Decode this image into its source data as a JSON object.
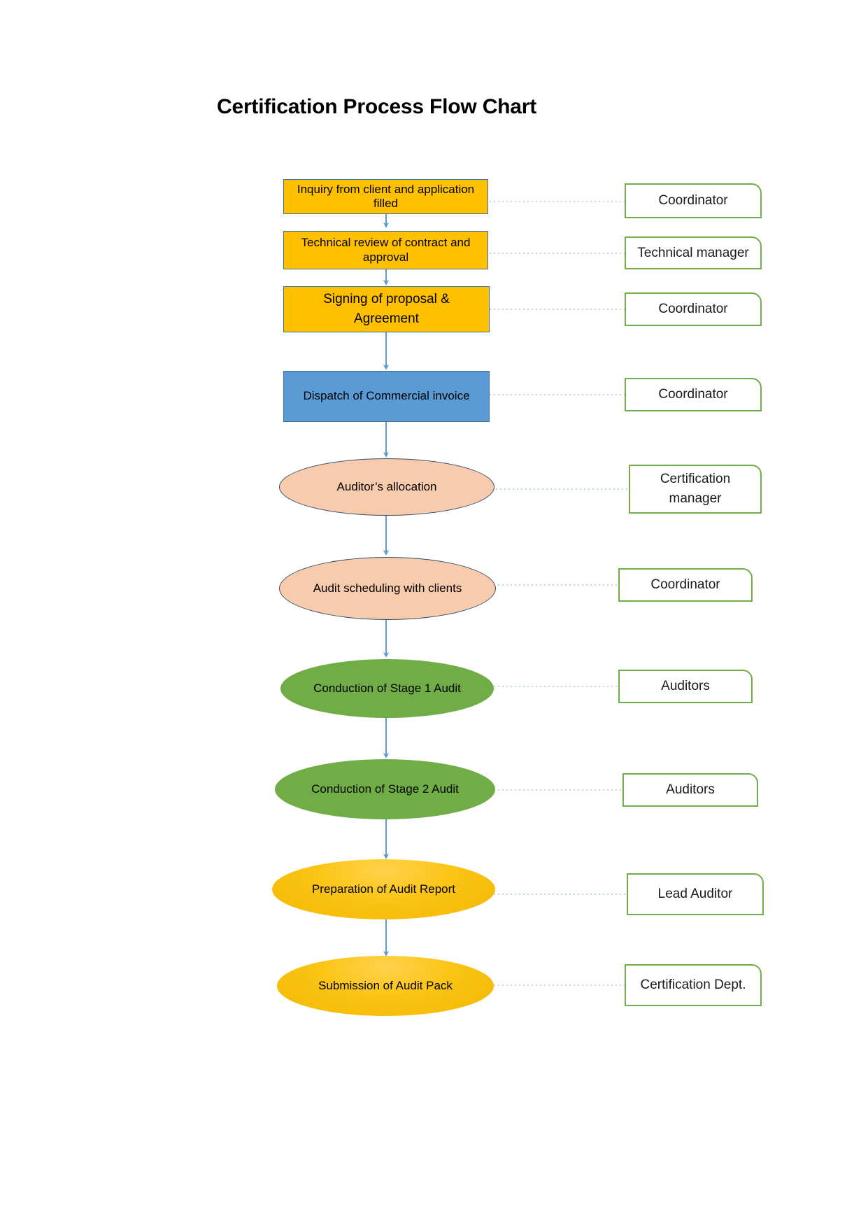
{
  "title": "Certification Process Flow Chart",
  "colors": {
    "gold": "#FFC000",
    "blue": "#5B9BD5",
    "peach": "#F8CBAD",
    "green": "#70AD47",
    "gold_ellipse": "#FBC412",
    "shape_border": "#41719C",
    "role_border": "#70AD47",
    "arrow": "#5B9BD5",
    "dotted_link": "#A9C6E8"
  },
  "chart_data": {
    "type": "flowchart",
    "title": "Certification Process Flow Chart",
    "orientation": "vertical",
    "nodes": [
      {
        "id": "n1",
        "label": "Inquiry from client and application filled",
        "shape": "rectangle",
        "fill": "#FFC000",
        "role": "Coordinator"
      },
      {
        "id": "n2",
        "label": "Technical review of contract and approval",
        "shape": "rectangle",
        "fill": "#FFC000",
        "role": "Technical manager"
      },
      {
        "id": "n3",
        "label": "Signing of proposal & Agreement",
        "shape": "rectangle",
        "fill": "#FFC000",
        "role": "Coordinator"
      },
      {
        "id": "n4",
        "label": "Dispatch of Commercial invoice",
        "shape": "rectangle",
        "fill": "#5B9BD5",
        "role": "Coordinator"
      },
      {
        "id": "n5",
        "label": "Auditor’s allocation",
        "shape": "ellipse",
        "fill": "#F8CBAD",
        "role": "Certification manager"
      },
      {
        "id": "n6",
        "label": "Audit scheduling with clients",
        "shape": "ellipse",
        "fill": "#F8CBAD",
        "role": "Coordinator"
      },
      {
        "id": "n7",
        "label": "Conduction of Stage 1 Audit",
        "shape": "ellipse",
        "fill": "#70AD47",
        "role": "Auditors"
      },
      {
        "id": "n8",
        "label": "Conduction of Stage 2 Audit",
        "shape": "ellipse",
        "fill": "#70AD47",
        "role": "Auditors"
      },
      {
        "id": "n9",
        "label": "Preparation of Audit Report",
        "shape": "ellipse",
        "fill": "#FBC412",
        "role": "Lead Auditor"
      },
      {
        "id": "n10",
        "label": "Submission of Audit Pack",
        "shape": "ellipse",
        "fill": "#FBC412",
        "role": "Certification Dept."
      }
    ],
    "edges": [
      {
        "from": "n1",
        "to": "n2",
        "style": "arrow"
      },
      {
        "from": "n2",
        "to": "n3",
        "style": "arrow"
      },
      {
        "from": "n3",
        "to": "n4",
        "style": "arrow"
      },
      {
        "from": "n4",
        "to": "n5",
        "style": "arrow"
      },
      {
        "from": "n5",
        "to": "n6",
        "style": "arrow"
      },
      {
        "from": "n6",
        "to": "n7",
        "style": "arrow"
      },
      {
        "from": "n7",
        "to": "n8",
        "style": "arrow"
      },
      {
        "from": "n8",
        "to": "n9",
        "style": "arrow"
      },
      {
        "from": "n9",
        "to": "n10",
        "style": "arrow"
      },
      {
        "from": "n1",
        "to": "role1",
        "style": "dotted"
      },
      {
        "from": "n2",
        "to": "role2",
        "style": "dotted"
      },
      {
        "from": "n3",
        "to": "role3",
        "style": "dotted"
      },
      {
        "from": "n4",
        "to": "role4",
        "style": "dotted"
      },
      {
        "from": "n5",
        "to": "role5",
        "style": "dotted"
      },
      {
        "from": "n6",
        "to": "role6",
        "style": "dotted"
      },
      {
        "from": "n7",
        "to": "role7",
        "style": "dotted"
      },
      {
        "from": "n8",
        "to": "role8",
        "style": "dotted"
      },
      {
        "from": "n9",
        "to": "role9",
        "style": "dotted"
      },
      {
        "from": "n10",
        "to": "role10",
        "style": "dotted"
      }
    ]
  },
  "steps": [
    {
      "label": "Inquiry from client and application filled"
    },
    {
      "label": "Technical review of contract and approval"
    },
    {
      "label": "Signing of proposal & Agreement"
    },
    {
      "label": "Dispatch of Commercial invoice"
    },
    {
      "label": "Auditor’s allocation"
    },
    {
      "label": "Audit scheduling with clients"
    },
    {
      "label": "Conduction of Stage 1 Audit"
    },
    {
      "label": "Conduction of Stage 2 Audit"
    },
    {
      "label": "Preparation of Audit Report"
    },
    {
      "label": "Submission of Audit Pack"
    }
  ],
  "roles": [
    {
      "label": "Coordinator"
    },
    {
      "label": "Technical manager"
    },
    {
      "label": "Coordinator"
    },
    {
      "label": "Coordinator"
    },
    {
      "label": "Certification manager"
    },
    {
      "label": "Coordinator"
    },
    {
      "label": "Auditors"
    },
    {
      "label": "Auditors"
    },
    {
      "label": "Lead Auditor"
    },
    {
      "label": "Certification Dept."
    }
  ]
}
